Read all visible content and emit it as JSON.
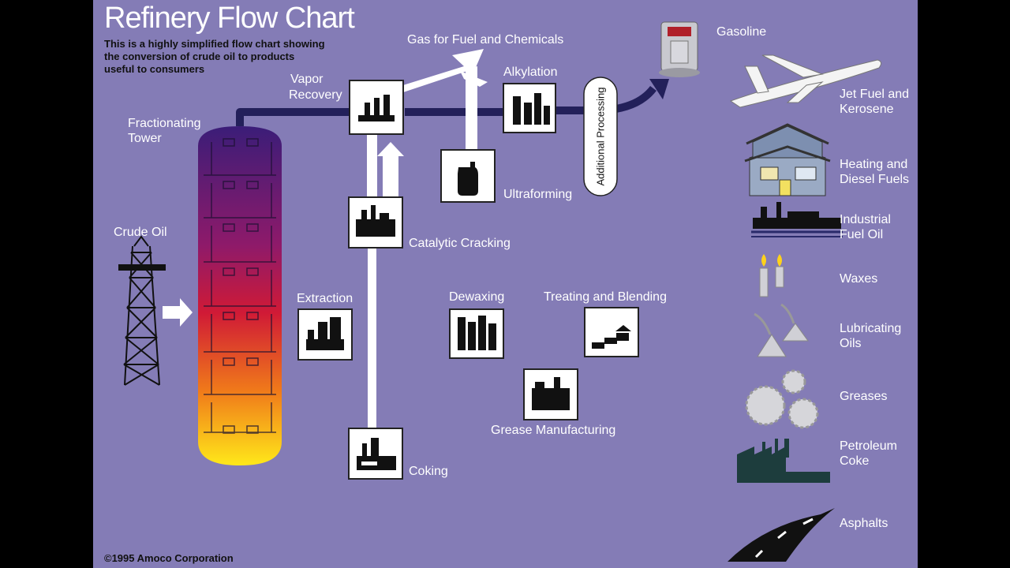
{
  "title": "Refinery Flow Chart",
  "subtitle": [
    "This is a highly simplified flow chart showing",
    "the conversion of crude oil to products",
    "useful to consumers"
  ],
  "copyright": "©1995 Amoco Corporation",
  "process_labels": {
    "crude_oil": "Crude Oil",
    "fractionating_tower": [
      "Fractionating",
      "Tower"
    ],
    "vapor_recovery": [
      "Vapor",
      "Recovery"
    ],
    "gas_fuel": "Gas for Fuel and Chemicals",
    "alkylation": "Alkylation",
    "additional_processing": "Additional Processing",
    "ultraforming": "Ultraforming",
    "catalytic_cracking": "Catalytic Cracking",
    "extraction": "Extraction",
    "dewaxing": "Dewaxing",
    "treating_blending": "Treating and Blending",
    "grease_manufacturing": "Grease Manufacturing",
    "coking": "Coking"
  },
  "products": [
    {
      "label": [
        "Gasoline"
      ],
      "icon": "gas-pump-icon"
    },
    {
      "label": [
        "Jet Fuel and",
        "Kerosene"
      ],
      "icon": "airplane-icon"
    },
    {
      "label": [
        "Heating and",
        "Diesel Fuels"
      ],
      "icon": "house-icon"
    },
    {
      "label": [
        "Industrial",
        "Fuel Oil"
      ],
      "icon": "ship-icon"
    },
    {
      "label": [
        "Waxes"
      ],
      "icon": "candles-icon"
    },
    {
      "label": [
        "Lubricating",
        "Oils"
      ],
      "icon": "oil-can-icon"
    },
    {
      "label": [
        "Greases"
      ],
      "icon": "gears-icon"
    },
    {
      "label": [
        "Petroleum",
        "Coke"
      ],
      "icon": "factory-icon"
    },
    {
      "label": [
        "Asphalts"
      ],
      "icon": "road-icon"
    }
  ],
  "colors": {
    "background": "#847cb6",
    "pipe": "#23205a",
    "tower_top": "#3b1d78",
    "tower_mid": "#c8183c",
    "tower_bottom": "#ffe81a"
  }
}
